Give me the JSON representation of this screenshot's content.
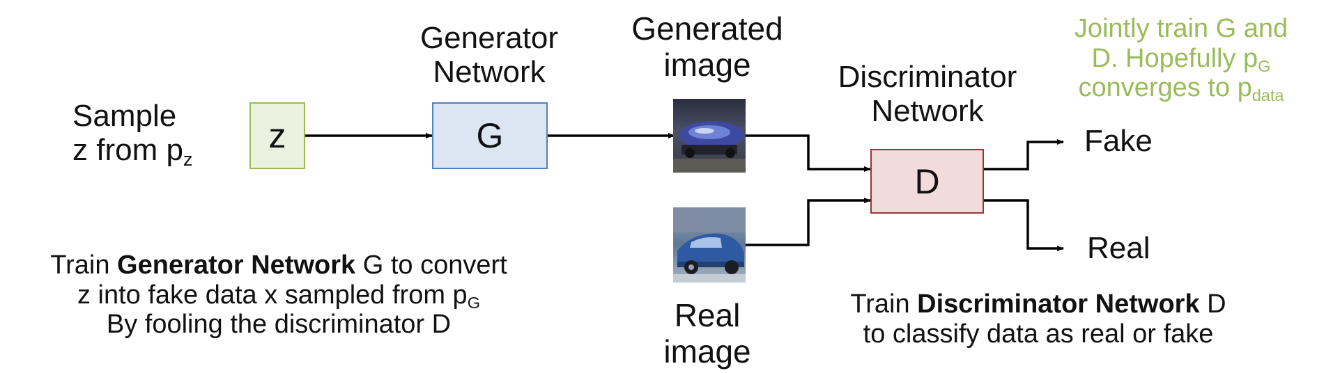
{
  "colors": {
    "z_fill": "#ebf1de",
    "z_border": "#9bbb59",
    "g_fill": "#dce6f2",
    "g_border": "#4f81bd",
    "d_fill": "#f2dcdb",
    "d_border": "#953735",
    "note": "#9bbb59",
    "line": "#000000"
  },
  "sample": {
    "line1": "Sample",
    "line2_prefix": "z from p",
    "line2_sub": "z"
  },
  "z_node": {
    "label": "z"
  },
  "generator": {
    "title_line1": "Generator",
    "title_line2": "Network",
    "node_label": "G"
  },
  "generated_image": {
    "line1": "Generated",
    "line2": "image"
  },
  "real_image": {
    "line1": "Real",
    "line2": "image"
  },
  "discriminator": {
    "title_line1": "Discriminator",
    "title_line2": "Network",
    "node_label": "D"
  },
  "outputs": {
    "fake": "Fake",
    "real": "Real"
  },
  "joint_note": {
    "line1": "Jointly train G and",
    "line2_prefix": "D. Hopefully p",
    "line2_sub": "G",
    "line3_prefix": "converges to p",
    "line3_sub": "data"
  },
  "gen_caption": {
    "l1_pre": "Train ",
    "l1_bold": "Generator Network",
    "l1_post": " G to convert",
    "l2_prefix": "z into fake data x sampled from p",
    "l2_sub": "G",
    "l3": "By fooling the discriminator D"
  },
  "disc_caption": {
    "l1_pre": "Train ",
    "l1_bold": "Discriminator Network",
    "l1_post": " D",
    "l2": "to classify data as real or fake"
  }
}
